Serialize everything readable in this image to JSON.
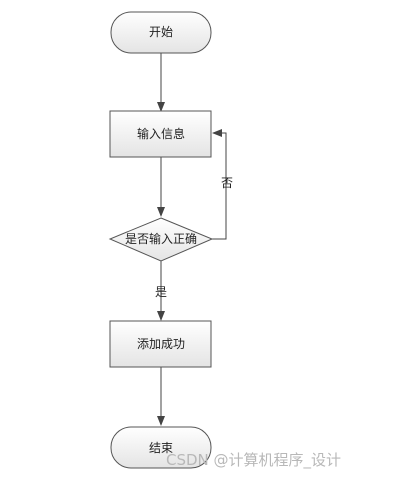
{
  "flowchart": {
    "nodes": {
      "start": "开始",
      "input_info": "输入信息",
      "decision": "是否输入正确",
      "add_success": "添加成功",
      "end": "结束"
    },
    "edges": {
      "no_label": "否",
      "yes_label": "是"
    }
  },
  "colors": {
    "node_fill_top": "#ffffff",
    "node_fill_bottom": "#e6e6e6",
    "stroke": "#555555"
  },
  "watermark": "CSDN @计算机程序_设计"
}
